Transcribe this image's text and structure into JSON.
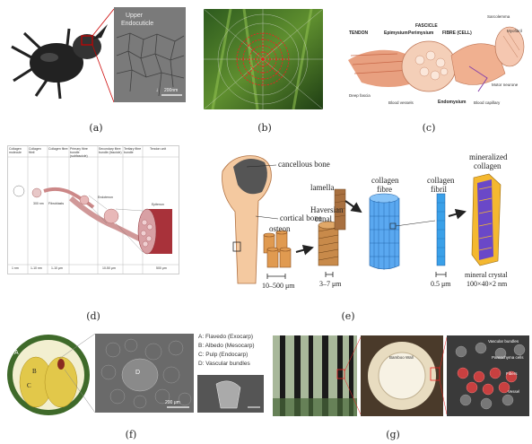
{
  "captions": {
    "a": "(a)",
    "b": "(b)",
    "c": "(c)",
    "d": "(d)",
    "e": "(e)",
    "f": "(f)",
    "g": "(g)"
  },
  "panel_a": {
    "zoom_label_1": "Upper",
    "zoom_label_2": "Endocuticle",
    "scale_bar": "200nm"
  },
  "panel_c": {
    "tendon": "TENDON",
    "fascicle": "FASCICLE",
    "epimysium": "Epimysium",
    "perimysium": "Perimysium",
    "fibre": "FIBRE (CELL)",
    "sarcolemma": "Sarcolemma",
    "myofibril": "Myofibril",
    "deep_fascia": "Deep fascia",
    "blood_vessels": "Blood vessels",
    "endomysium": "Endomysium",
    "blood_capillary": "Blood capillary",
    "motor_neurone": "Motor neurone"
  },
  "panel_d": {
    "headers": [
      "Collagen molecule",
      "Collagen fibril",
      "Collagen fibre",
      "Primary fibre bundle (subfascicle)",
      "Secondary fibre bundle (fascicle)",
      "Tertiary fibre bundle",
      "Tendon unit"
    ],
    "scales": [
      "1 nm",
      "1-10 nm",
      "1-10 μm",
      "10-50 μm",
      "50-400 μm",
      "",
      "500 μm"
    ],
    "fibroblasts": "Fibroblasts",
    "endotenon": "Endotenon",
    "epitenon": "Epitenon",
    "dim1": "300 nm"
  },
  "panel_e": {
    "cancellous_bone": "cancellous bone",
    "cortical_bone": "cortical bone",
    "osteon": "osteon",
    "lamella": "lamella",
    "haversian_canal_1": "Haversian",
    "haversian_canal_2": "canal",
    "collagen_fibre_1": "collagen",
    "collagen_fibre_2": "fibre",
    "collagen_fibril_1": "collagen",
    "collagen_fibril_2": "fibril",
    "mineralized_collagen_1": "mineralized",
    "mineralized_collagen_2": "collagen",
    "scale_osteon": "10–500 μm",
    "scale_lamella": "3–7 μm",
    "scale_fibril": "0.5 μm",
    "mineral_crystal_1": "mineral crystal",
    "mineral_crystal_2": "100×40×2 nm"
  },
  "panel_f": {
    "legend": [
      "A: Flavedo (Exocarp)",
      "B: Albedo (Mesocarp)",
      "C: Pulp (Endocarp)",
      "D: Vascular bundles"
    ],
    "label_a": "A",
    "label_b": "B",
    "label_c": "C",
    "label_d": "D",
    "scale": "200 μm"
  },
  "panel_g": {
    "bamboo_wall": "Bamboo Wall",
    "vascular_bundles": "Vascular bundles",
    "parenchyma": "Parenchyma cells",
    "fibers": "Fibers",
    "vessel": "Vessel"
  }
}
